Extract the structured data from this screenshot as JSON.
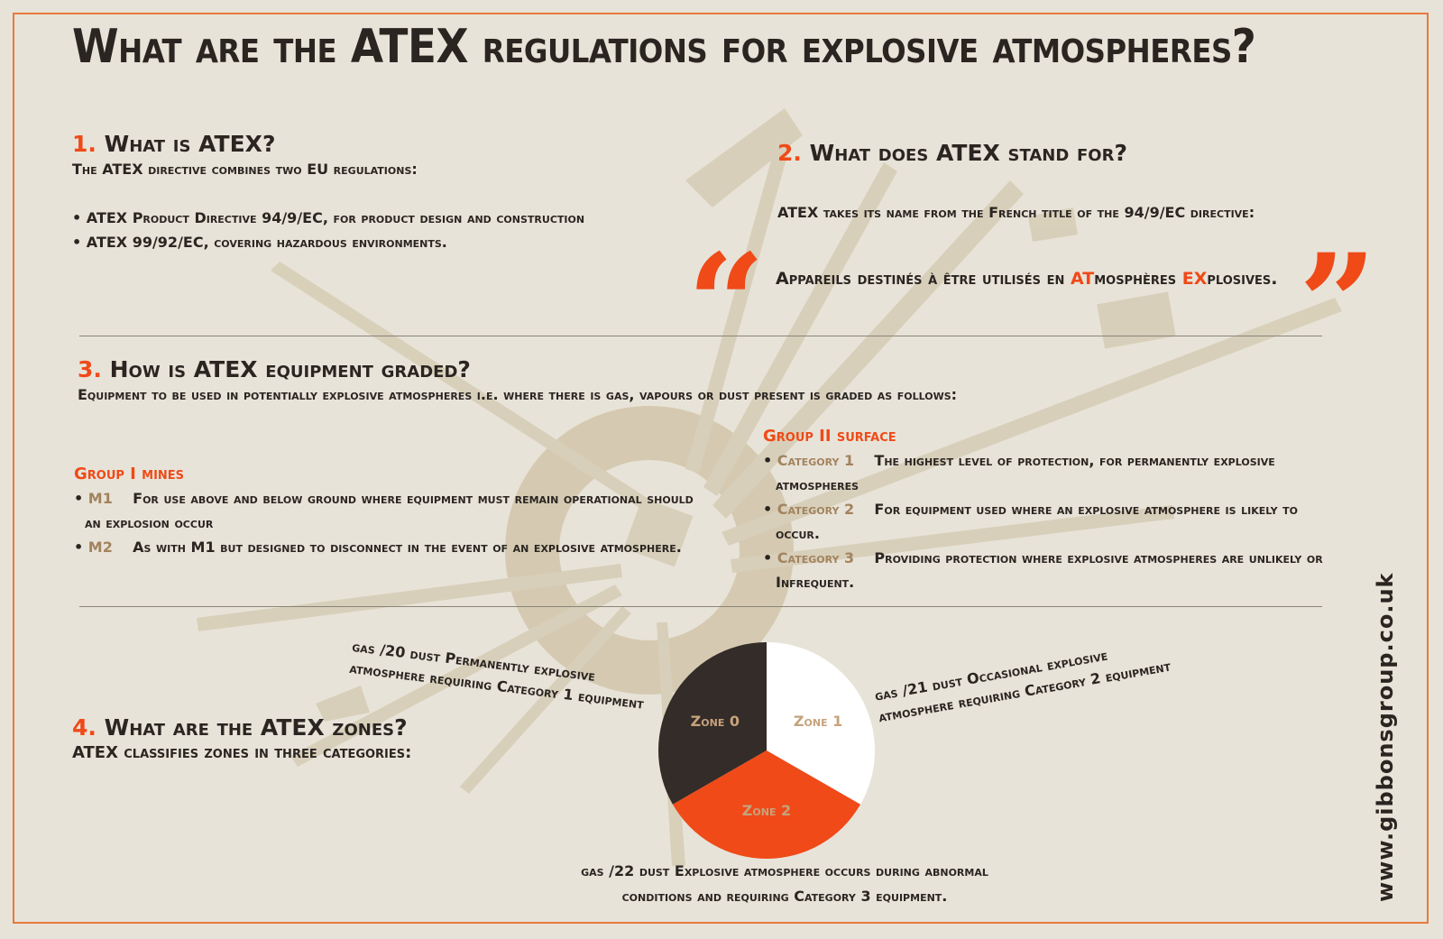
{
  "title": "What are the ATEX regulations for explosive atmospheres?",
  "website": "www.gibbonsgroup.co.uk",
  "colors": {
    "accent": "#ef4a18",
    "dark": "#332c28",
    "tan": "#a2835e",
    "background": "#e8e3d8"
  },
  "section1": {
    "number": "1.",
    "heading": "What is ATEX?",
    "intro": "The ATEX directive combines two EU regulations:",
    "bullets": [
      "• ATEX Product Directive 94/9/EC, for product design and construction",
      "• ATEX 99/92/EC, covering hazardous environments."
    ]
  },
  "section2": {
    "number": "2.",
    "heading": "What does ATEX stand for?",
    "intro": "ATEX takes its name from the French title of the 94/9/EC directive:",
    "quote": {
      "open": "“",
      "close": "”",
      "part1": "Appareils destinés à être utilisés en ",
      "hl1": "AT",
      "part2": "mosphères ",
      "hl2": "EX",
      "part3": "plosives."
    }
  },
  "section3": {
    "number": "3.",
    "heading": "How is ATEX equipment graded?",
    "intro": "Equipment to be used in potentially explosive atmospheres   i.e. where there is gas, vapours or dust present   is graded as follows:",
    "group1": {
      "title": "Group I   mines",
      "items": [
        {
          "code": "M1",
          "text": "For use above and below ground where equipment must remain operational should an explosion occur"
        },
        {
          "code": "M2",
          "text": "As with M1 but designed to disconnect in the event of an explosive atmosphere."
        }
      ]
    },
    "group2": {
      "title": "Group II   surface",
      "items": [
        {
          "code": "Category 1",
          "text": "The highest level of protection, for permanently explosive atmospheres"
        },
        {
          "code": "Category 2",
          "text": "For equipment used where an explosive atmosphere is likely to occur."
        },
        {
          "code": "Category 3",
          "text": "Providing protection where explosive atmospheres are unlikely or Infrequent."
        }
      ]
    }
  },
  "section4": {
    "number": "4.",
    "heading": "What are the ATEX zones?",
    "intro": "ATEX classifies zones in three categories:",
    "zones": [
      {
        "name": "Zone 0",
        "fraction": 0.333,
        "color": "#332c28",
        "desc_line1": "gas  /20 dust     Permanently explosive",
        "desc_line2": "atmosphere requiring Category 1 equipment"
      },
      {
        "name": "Zone 1",
        "fraction": 0.333,
        "color": "#ffffff",
        "desc_line1": "gas  /21 dust     Occasional explosive",
        "desc_line2": "atmosphere requiring Category 2 equipment"
      },
      {
        "name": "Zone 2",
        "fraction": 0.334,
        "color": "#ef4a18",
        "desc_line1": "gas  /22 dust     Explosive atmosphere occurs during abnormal",
        "desc_line2": "conditions and requiring Category 3 equipment."
      }
    ]
  }
}
